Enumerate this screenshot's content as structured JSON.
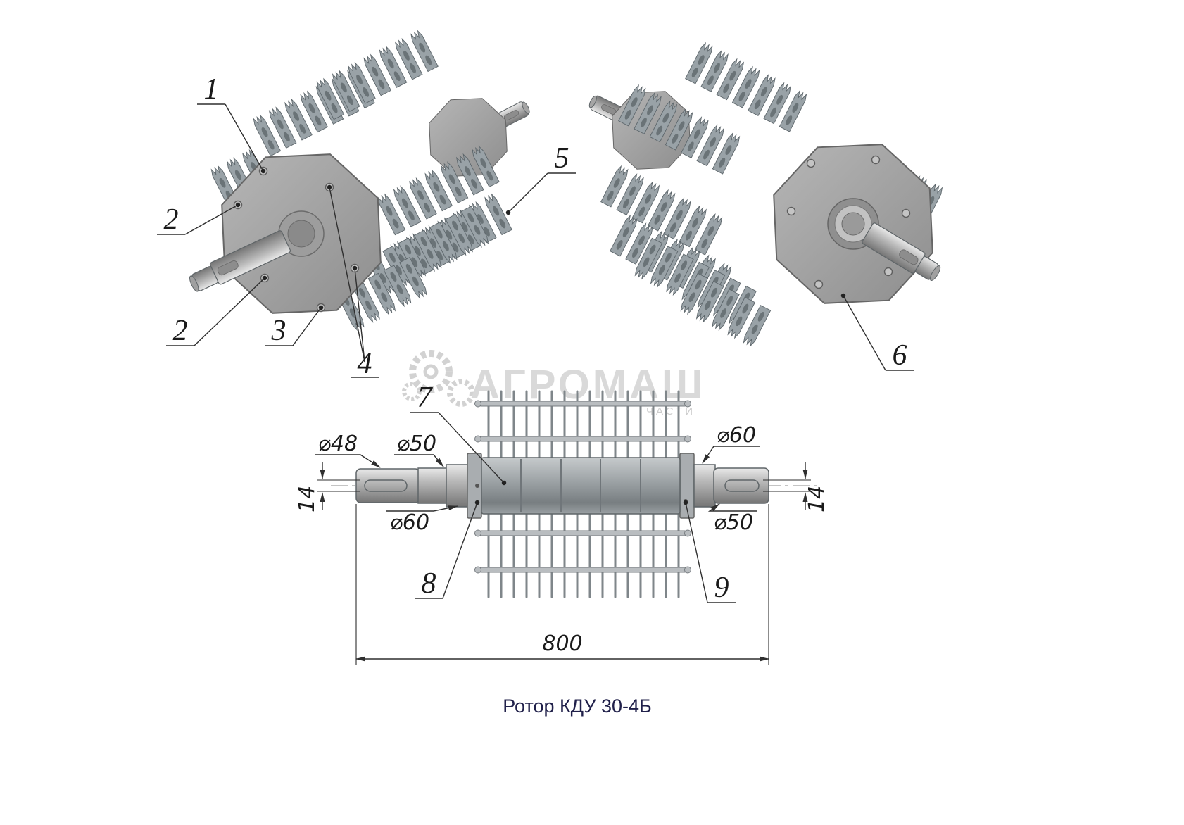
{
  "caption": "Ротор КДУ 30-4Б",
  "watermark": {
    "title": "АГРОМАШ",
    "subtitle": "ЧАСТИ"
  },
  "callouts": {
    "c1": "1",
    "c2a": "2",
    "c2b": "2",
    "c3": "3",
    "c4": "4",
    "c5": "5",
    "c6": "6",
    "c7": "7",
    "c8": "8",
    "c9": "9"
  },
  "dimensions": {
    "left_shaft_dia": "⌀48",
    "left_step_dia": "⌀50",
    "left_journal_dia": "⌀60",
    "right_journal_dia": "⌀60",
    "right_step_dia": "⌀50",
    "left_key_width": "14",
    "right_key_width": "14",
    "overall_length": "800"
  }
}
